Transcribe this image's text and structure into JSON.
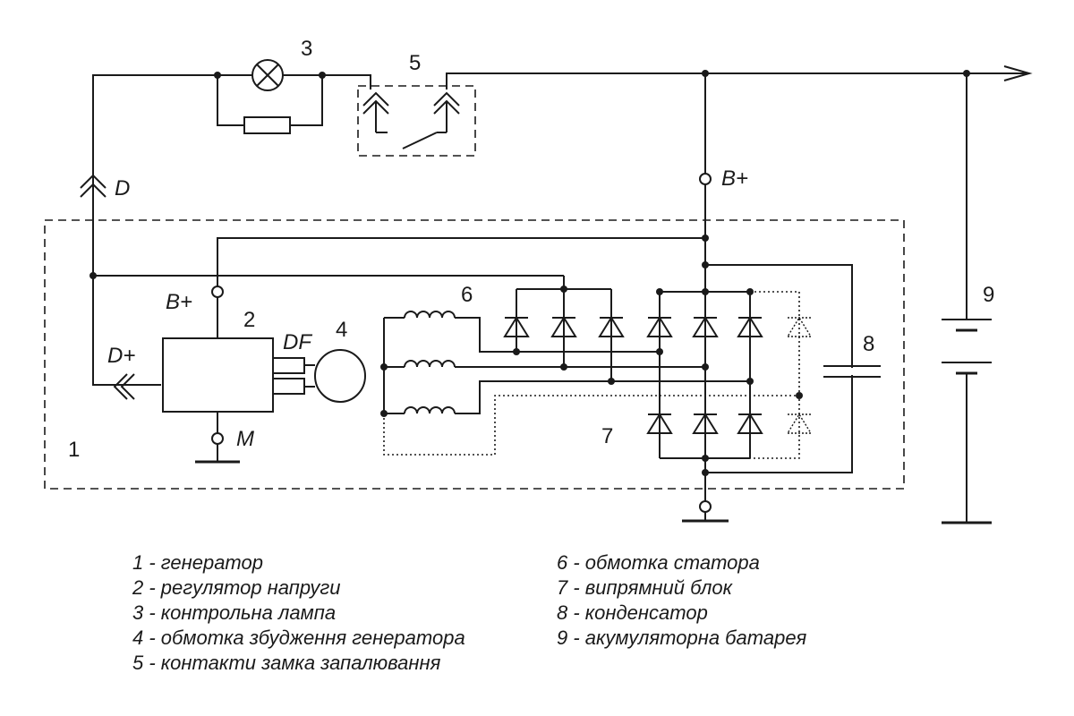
{
  "labels": {
    "n1": "1",
    "n2": "2",
    "n3": "3",
    "n4": "4",
    "n5": "5",
    "n6": "6",
    "n7": "7",
    "n8": "8",
    "n9": "9",
    "d": "D",
    "b_plus_top": "B+",
    "b_plus_reg": "B+",
    "d_plus": "D+",
    "df": "DF",
    "m": "M"
  },
  "legend": [
    "1 - генератор",
    "2 - регулятор напруги",
    "3 - контрольна лампа",
    "4 - обмотка збудження генератора",
    "5 - контакти замка запалювання",
    "6 - обмотка статора",
    "7 - випрямний блок",
    "8 - конденсатор",
    "9 - акумуляторна батарея"
  ]
}
